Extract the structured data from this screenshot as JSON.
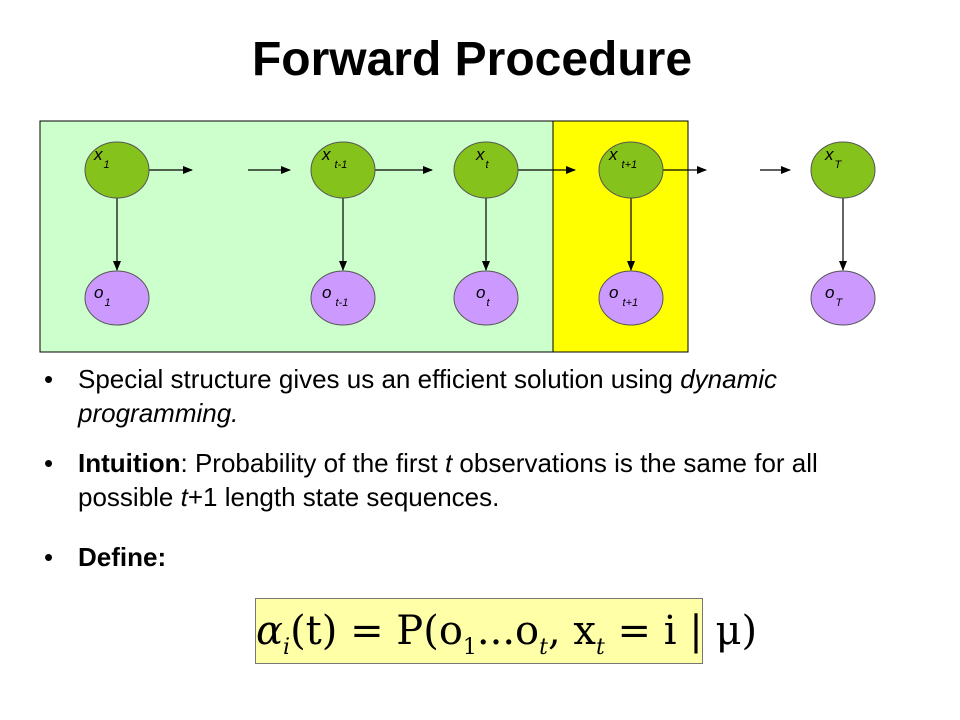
{
  "slide": {
    "title": "Forward Procedure"
  },
  "diagram": {
    "colors": {
      "past_region": "#ccffcc",
      "current_region": "#ffff00",
      "state_node": "#86c21c",
      "observation_node": "#cc99ff"
    },
    "nodes": {
      "x1": {
        "base": "x",
        "sub": "1"
      },
      "x_tm1": {
        "base": "x",
        "sub": " t-1"
      },
      "x_t": {
        "base": "x",
        "sub": "t"
      },
      "x_tp1": {
        "base": "x",
        "sub": " t+1"
      },
      "x_T": {
        "base": "x",
        "sub": "T"
      },
      "o1": {
        "base": "o",
        "sub": "1"
      },
      "o_tm1": {
        "base": "o",
        "sub": " t-1"
      },
      "o_t": {
        "base": "o",
        "sub": "t"
      },
      "o_tp1": {
        "base": "o",
        "sub": " t+1"
      },
      "o_T": {
        "base": "o",
        "sub": "T"
      }
    }
  },
  "bullets": {
    "b1": {
      "text_before": "Special structure gives us an efficient solution using ",
      "italic": "dynamic programming."
    },
    "b2": {
      "bold_label": "Intuition",
      "part1": ": Probability of the first ",
      "var_t": "t",
      "part2": " observations is the same for all possible ",
      "var_t2": "t",
      "part3": "+1 length state sequences."
    },
    "b3": {
      "bold_label": "Define:"
    },
    "symbol": "•"
  },
  "formula": {
    "alpha": "α",
    "alpha_sub": "i",
    "middle": "(t) = P(o",
    "o1_sub": "1",
    "dots": "...o",
    "ot_sub": "t",
    "sep": ", x",
    "xt_sub": "t",
    "end": " = i | μ)"
  }
}
